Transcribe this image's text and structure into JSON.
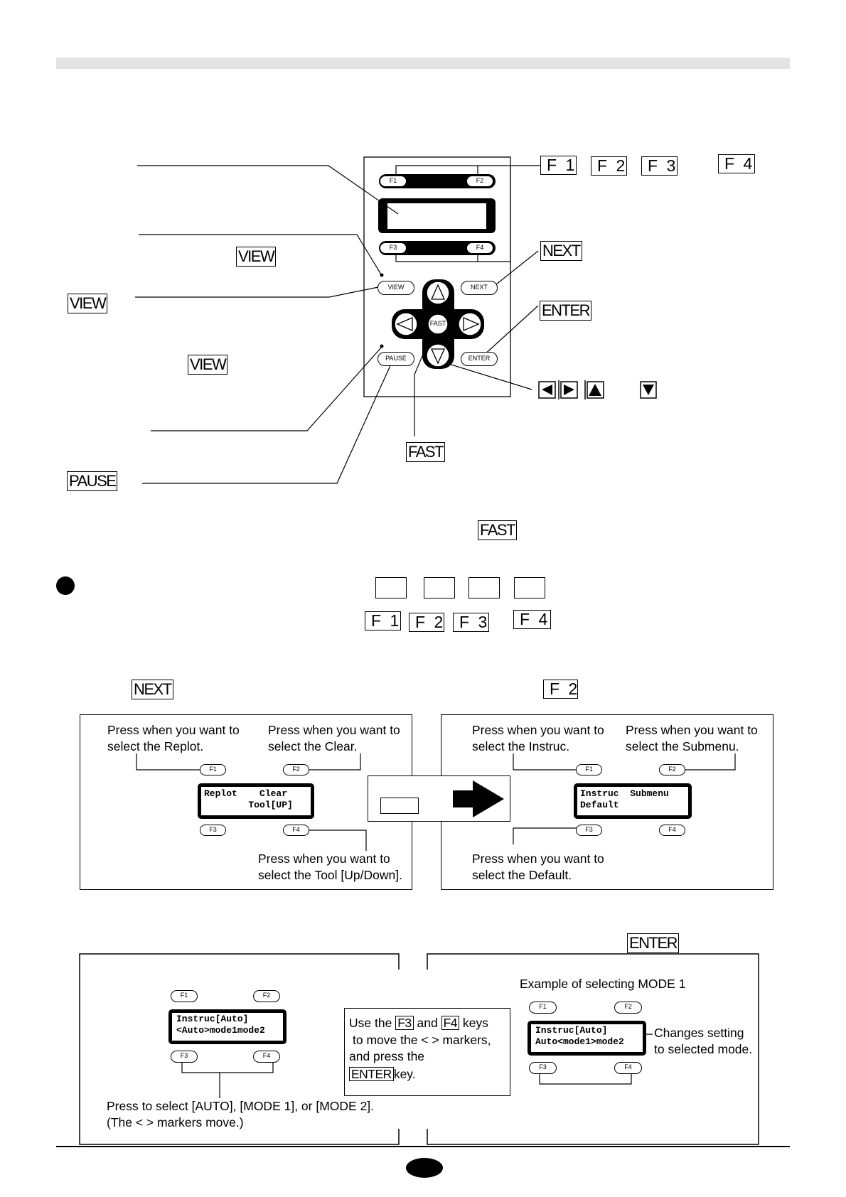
{
  "top_diagram": {
    "function_keys": [
      "F 1",
      "F 2",
      "F 3",
      "F 4"
    ],
    "labels": {
      "next": "NEXT",
      "enter": "ENTER",
      "view_1": "VIEW",
      "view_2": "VIEW",
      "view_3": "VIEW",
      "fast_1": "FAST",
      "fast_2": "FAST",
      "pause": "PAUSE"
    },
    "panel_keys": {
      "f1": "F1",
      "f2": "F2",
      "f3": "F3",
      "f4": "F4",
      "view": "VIEW",
      "next": "NEXT",
      "pause": "PAUSE",
      "enter": "ENTER",
      "fast": "FAST"
    },
    "arrow_keys": [
      "left-arrow",
      "right-arrow",
      "up-arrow",
      "down-arrow"
    ]
  },
  "function_row": {
    "keys": [
      "F 1",
      "F 2",
      "F 3",
      "F 4"
    ]
  },
  "section2": {
    "next_label": "NEXT",
    "f2_label": "F 2",
    "left_box": {
      "callout_f1": "Press when you want to\nselect the Replot.",
      "callout_f2": "Press when you want to\nselect the Clear.",
      "callout_f4": "Press when you want to\nselect the Tool [Up/Down].",
      "lcd": "Replot    Clear\n        Tool[UP]",
      "keys": {
        "f1": "F1",
        "f2": "F2",
        "f3": "F3",
        "f4": "F4"
      }
    },
    "right_box": {
      "callout_f1": "Press when you want to\nselect the Instruc.",
      "callout_f2": "Press when you want to\nselect the Submenu.",
      "callout_f3": "Press when you want to\nselect the Default.",
      "lcd": "Instruc  Submenu\nDefault",
      "keys": {
        "f1": "F1",
        "f2": "F2",
        "f3": "F3",
        "f4": "F4"
      }
    }
  },
  "section3": {
    "enter_label": "ENTER",
    "left_box": {
      "lcd": "Instruc[Auto]\n<Auto>mode1mode2",
      "caption": "Press to select [AUTO], [MODE 1], or [MODE 2].\n(The < > markers move.)",
      "keys": {
        "f1": "F1",
        "f2": "F2",
        "f3": "F3",
        "f4": "F4"
      }
    },
    "middle_box": {
      "use_the": "Use the",
      "f3": "F3",
      "and": "and",
      "f4": "F4",
      "keys_word": "keys",
      "line2": "to move the < > markers,",
      "line3": "and press the",
      "enter": "ENTER",
      "key_word": "key."
    },
    "right_box": {
      "title": "Example of selecting MODE 1",
      "lcd": "Instruc[Auto]\nAuto<mode1>mode2",
      "note": "Changes setting\nto selected mode.",
      "keys": {
        "f1": "F1",
        "f2": "F2",
        "f3": "F3",
        "f4": "F4"
      }
    }
  }
}
